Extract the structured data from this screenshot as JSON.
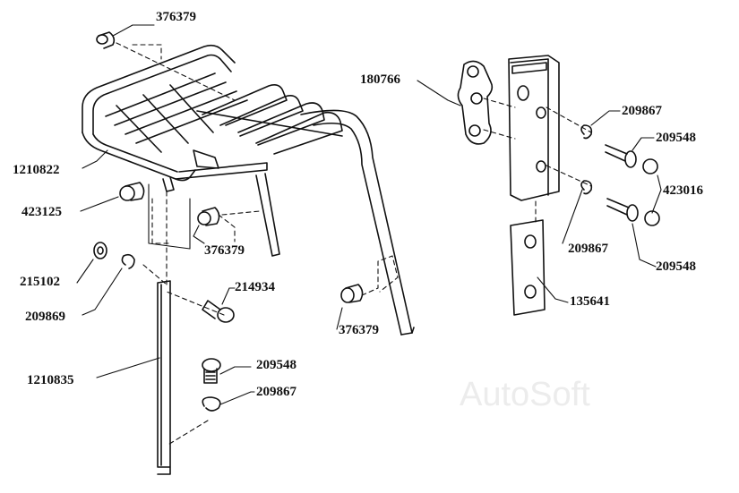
{
  "watermark": "AutoSoft",
  "parts": {
    "top_pin": "376379",
    "rack": "1210822",
    "plug_left": "423125",
    "pin_mid": "376379",
    "part_215102": "215102",
    "clip_209869": "209869",
    "bolt_214934": "214934",
    "post": "1210835",
    "bolt_lower": "209548",
    "clip_lower": "209867",
    "pin_right_leg": "376379",
    "link": "180766",
    "clip_upper_right": "209867",
    "bolt_upper_right": "209548",
    "plug_right": "423016",
    "clip_mid_right": "209867",
    "bolt_mid_right": "209548",
    "plate": "135641"
  }
}
